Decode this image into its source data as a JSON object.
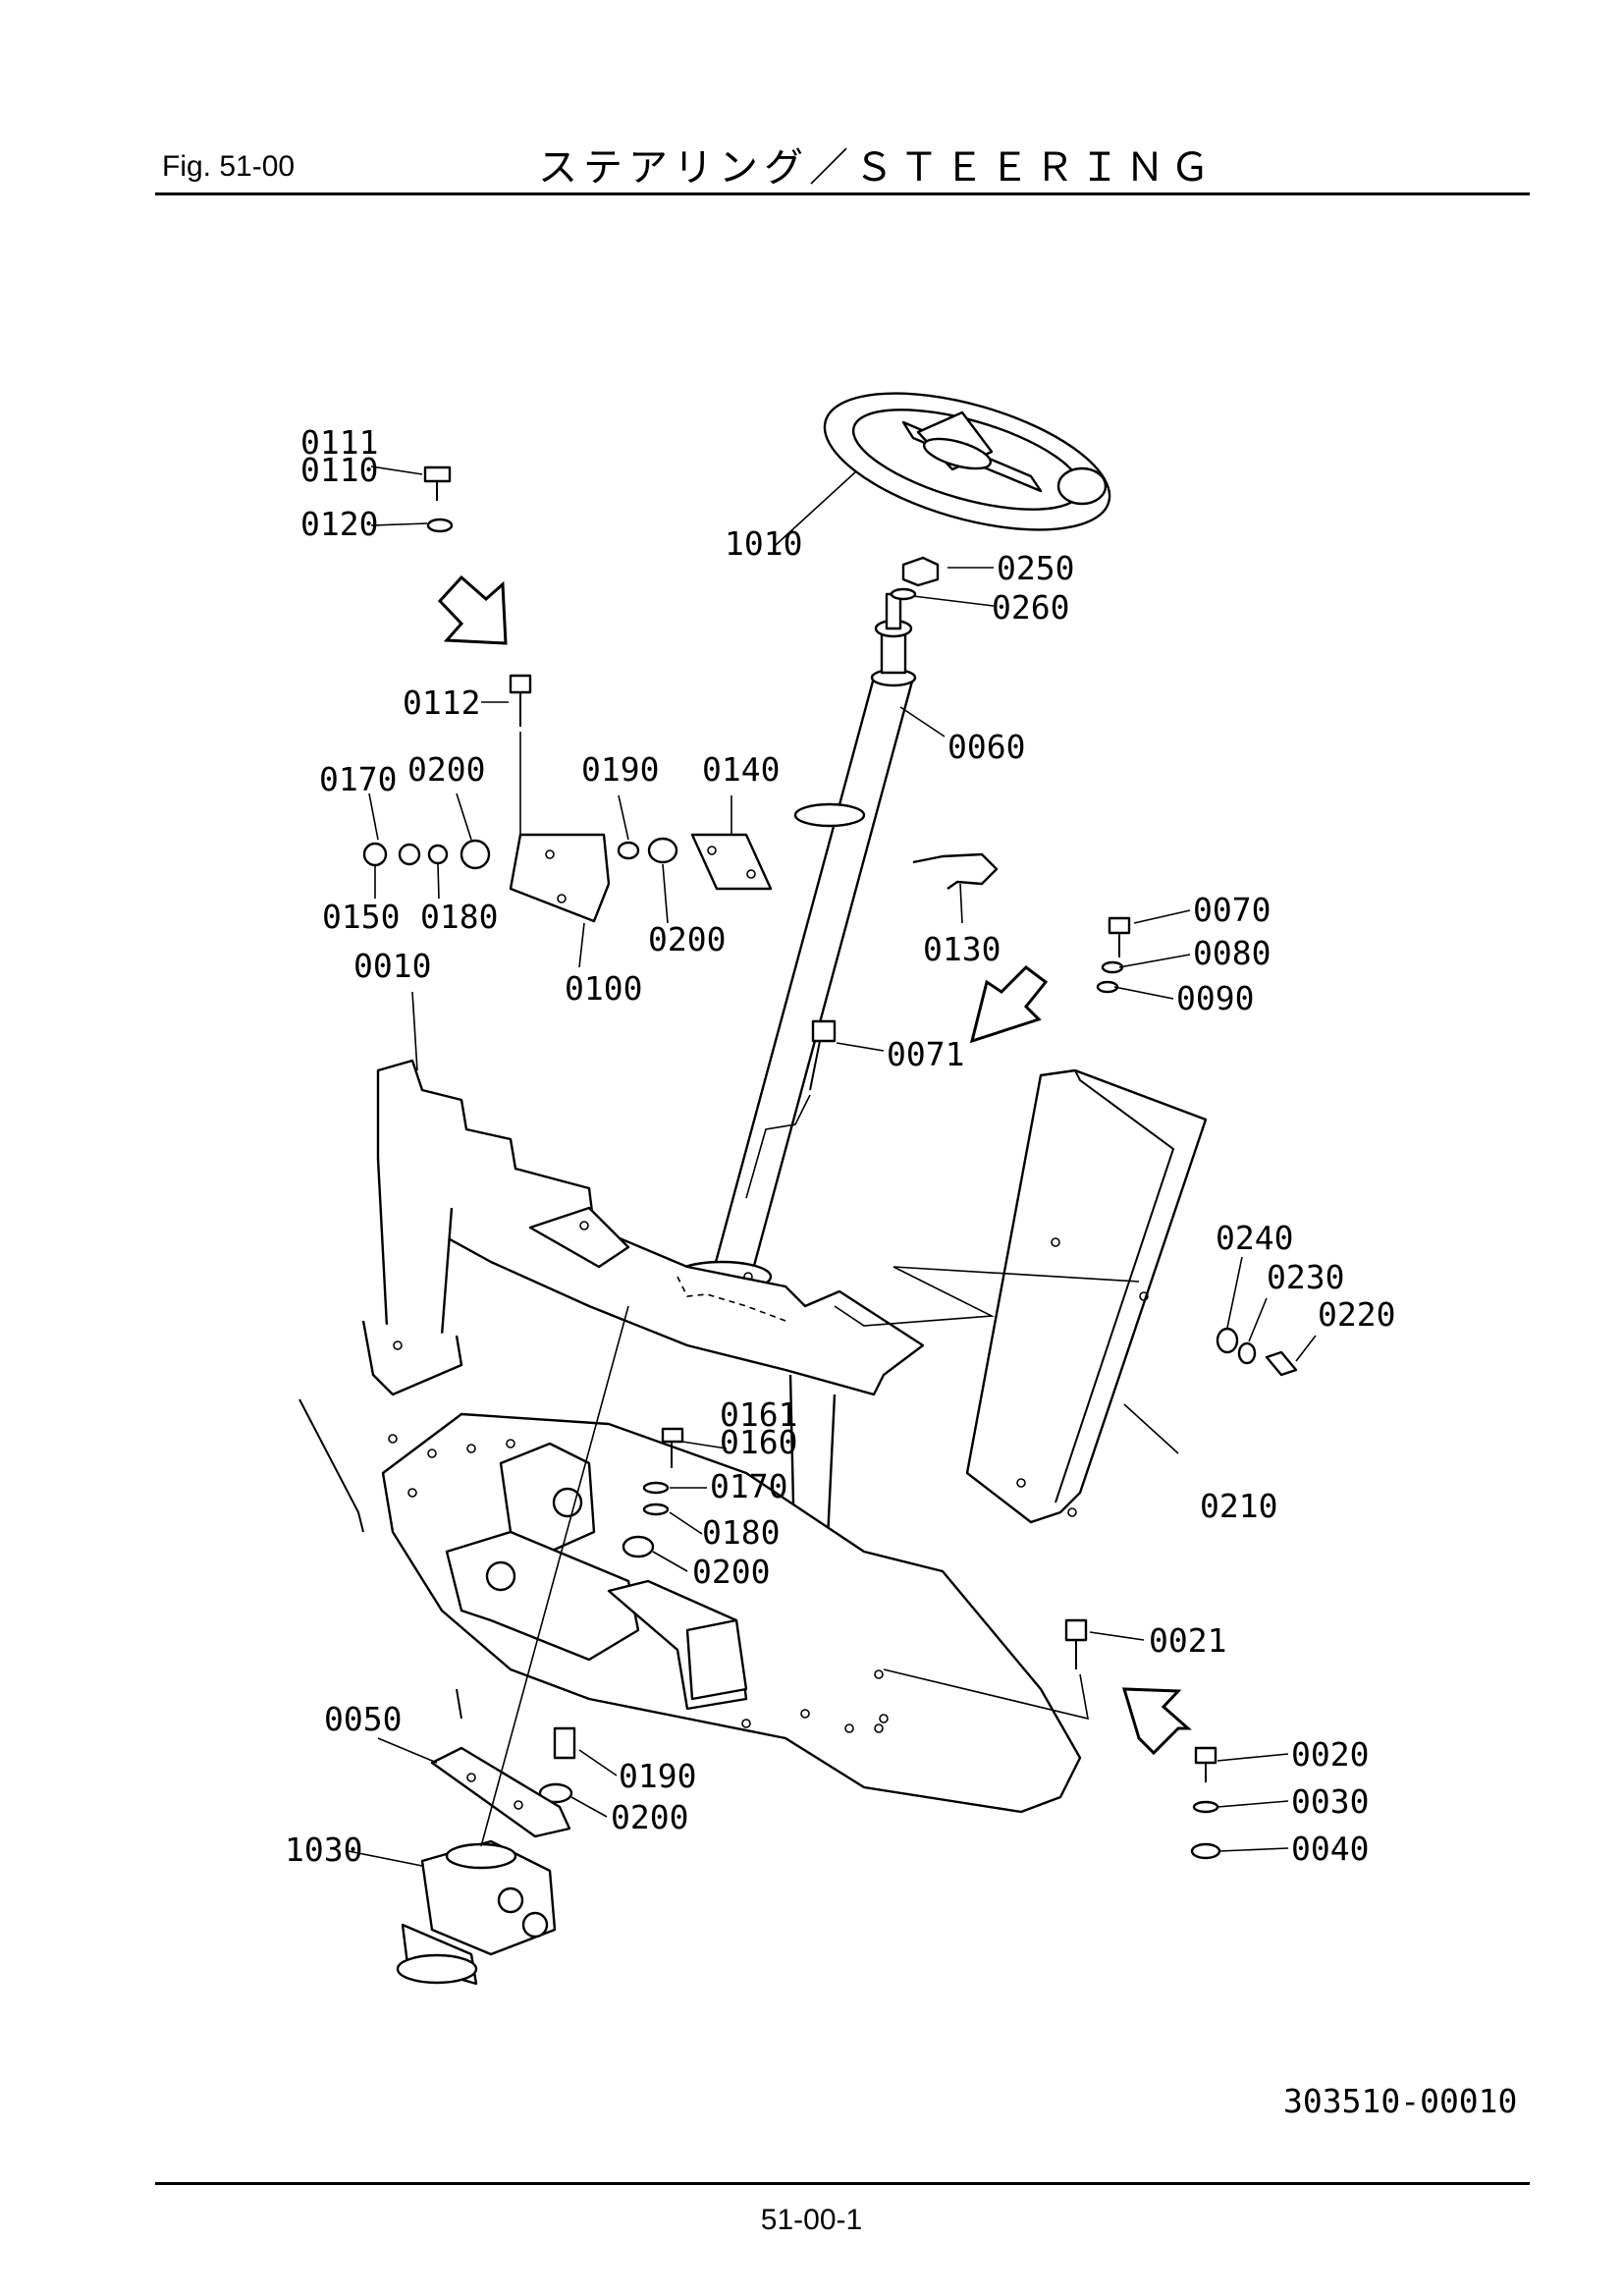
{
  "header": {
    "figure": "Fig.  51-00",
    "title": "ステアリング／ＳＴＥＥＲＩＮＧ"
  },
  "footer": {
    "drawing_number": "303510-00010",
    "page_number": "51-00-1"
  },
  "callouts": {
    "c0111": "0111",
    "c0110": "0110",
    "c0120": "0120",
    "c0112": "0112",
    "c1010": "1010",
    "c0250": "0250",
    "c0260": "0260",
    "c0060": "0060",
    "c0170a": "0170",
    "c0200a": "0200",
    "c0190a": "0190",
    "c0140": "0140",
    "c0150": "0150",
    "c0180a": "0180",
    "c0200b": "0200",
    "c0130": "0130",
    "c0100": "0100",
    "c0010": "0010",
    "c0070": "0070",
    "c0080": "0080",
    "c0090": "0090",
    "c0071": "0071",
    "c0240": "0240",
    "c0230": "0230",
    "c0220": "0220",
    "c0161": "0161",
    "c0160": "0160",
    "c0170b": "0170",
    "c0180b": "0180",
    "c0200c": "0200",
    "c0210": "0210",
    "c0021": "0021",
    "c0050": "0050",
    "c0190b": "0190",
    "c0200d": "0200",
    "c1030": "1030",
    "c0020": "0020",
    "c0030": "0030",
    "c0040": "0040"
  }
}
